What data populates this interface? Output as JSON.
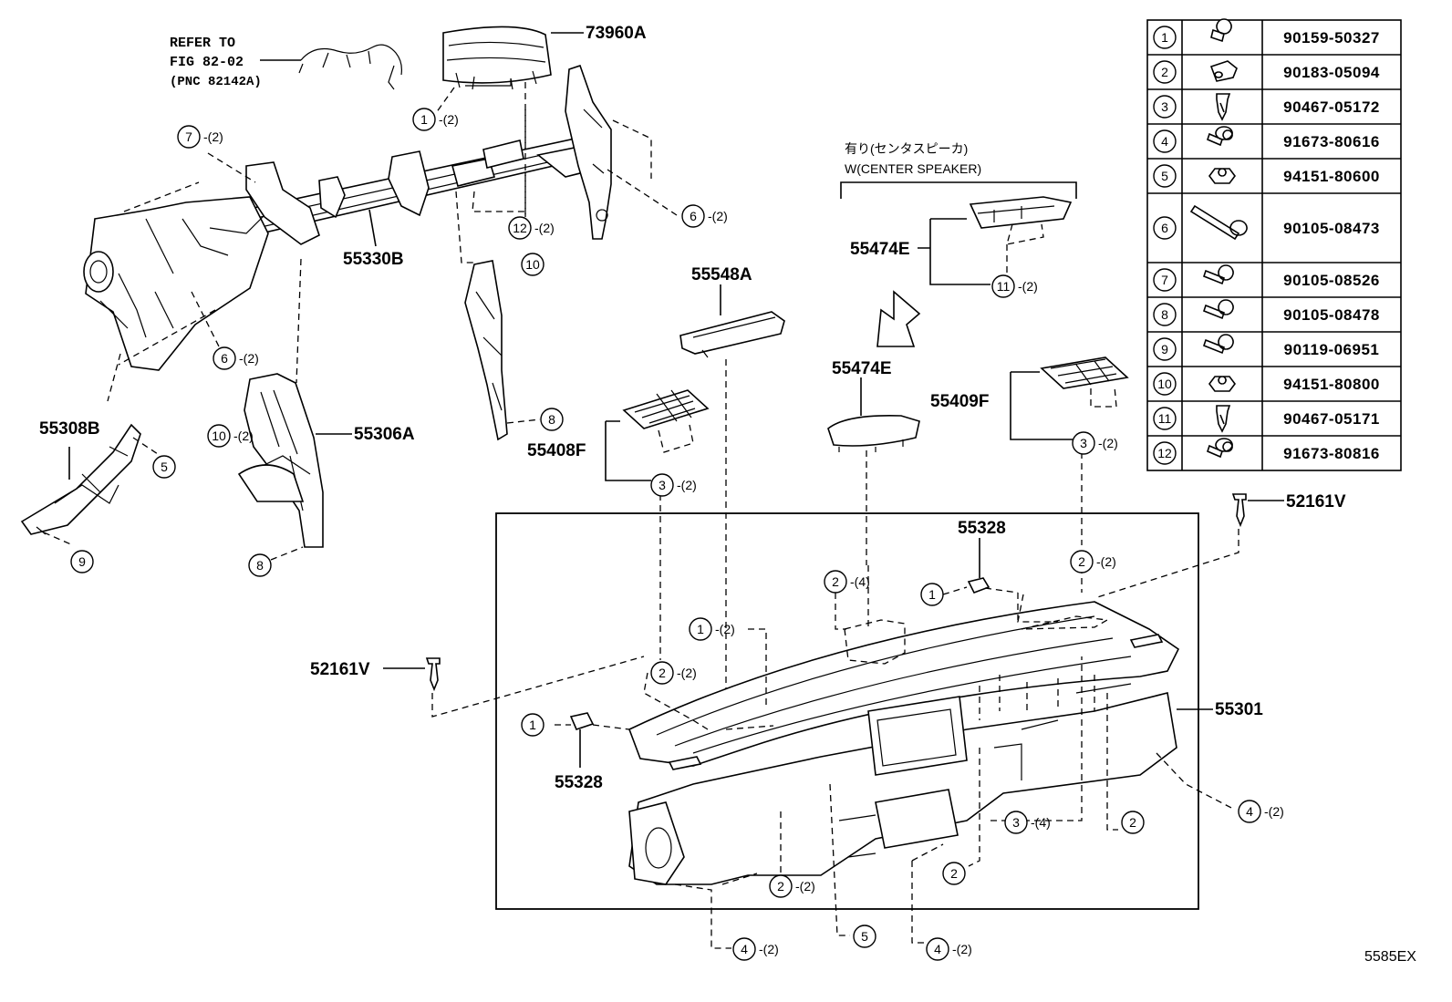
{
  "diagram_id": "5585EX",
  "reference": {
    "line1": "REFER TO",
    "line2": "FIG 82-02",
    "line3": "(PNC 82142A)"
  },
  "variant": {
    "jp": "有り(センタスピーカ)",
    "en": "W(CENTER SPEAKER)"
  },
  "part_labels": {
    "p73960A": "73960A",
    "p55330B": "55330B",
    "p55548A": "55548A",
    "p55474E_top": "55474E",
    "p55474E_bottom": "55474E",
    "p55409F": "55409F",
    "p55408F": "55408F",
    "p55308B": "55308B",
    "p55306A": "55306A",
    "p55328_top": "55328",
    "p55328_bottom": "55328",
    "p52161V_right": "52161V",
    "p52161V_left": "52161V",
    "p55301": "55301"
  },
  "callouts": {
    "c1_airbag": {
      "num": "1",
      "qty": "-(2)"
    },
    "c7": {
      "num": "7",
      "qty": "-(2)"
    },
    "c6_right": {
      "num": "6",
      "qty": "-(2)"
    },
    "c12": {
      "num": "12",
      "qty": "-(2)"
    },
    "c10_upper": {
      "num": "10",
      "qty": ""
    },
    "c6_left": {
      "num": "6",
      "qty": "-(2)"
    },
    "c11": {
      "num": "11",
      "qty": "-(2)"
    },
    "c10_lower": {
      "num": "10",
      "qty": "-(2)"
    },
    "c5_left": {
      "num": "5",
      "qty": ""
    },
    "c8_upper": {
      "num": "8",
      "qty": ""
    },
    "c3_left": {
      "num": "3",
      "qty": "-(2)"
    },
    "c3_right": {
      "num": "3",
      "qty": "-(2)"
    },
    "c9": {
      "num": "9",
      "qty": ""
    },
    "c8_lower": {
      "num": "8",
      "qty": ""
    },
    "c2_top_right": {
      "num": "2",
      "qty": "-(2)"
    },
    "c2_four": {
      "num": "2",
      "qty": "-(4)"
    },
    "c1_panel_top": {
      "num": "1",
      "qty": ""
    },
    "c1_panel_mid": {
      "num": "1",
      "qty": "-(2)"
    },
    "c2_left": {
      "num": "2",
      "qty": "-(2)"
    },
    "c1_panel_left": {
      "num": "1",
      "qty": ""
    },
    "c4_right": {
      "num": "4",
      "qty": "-(2)"
    },
    "c3_bottom": {
      "num": "3",
      "qty": "-(4)"
    },
    "c2_bottom_right": {
      "num": "2",
      "qty": ""
    },
    "c2_bottom_mid": {
      "num": "2",
      "qty": ""
    },
    "c2_bottom_left": {
      "num": "2",
      "qty": "-(2)"
    },
    "c4_bottom_left": {
      "num": "4",
      "qty": "-(2)"
    },
    "c5_bottom": {
      "num": "5",
      "qty": ""
    },
    "c4_bottom_right": {
      "num": "4",
      "qty": "-(2)"
    }
  },
  "fastener_table": [
    {
      "num": "1",
      "icon": "bolt-flange-short-icon",
      "part_no": "90159-50327"
    },
    {
      "num": "2",
      "icon": "clip-nut-icon",
      "part_no": "90183-05094"
    },
    {
      "num": "3",
      "icon": "push-clip-icon",
      "part_no": "90467-05172"
    },
    {
      "num": "4",
      "icon": "bolt-washer-icon",
      "part_no": "91673-80616"
    },
    {
      "num": "5",
      "icon": "hex-nut-icon",
      "part_no": "94151-80600"
    },
    {
      "num": "6",
      "icon": "long-bolt-icon",
      "part_no": "90105-08473"
    },
    {
      "num": "7",
      "icon": "bolt-flange-icon",
      "part_no": "90105-08526"
    },
    {
      "num": "8",
      "icon": "bolt-flange-icon",
      "part_no": "90105-08478"
    },
    {
      "num": "9",
      "icon": "bolt-flange-icon",
      "part_no": "90119-06951"
    },
    {
      "num": "10",
      "icon": "hex-nut-icon",
      "part_no": "94151-80800"
    },
    {
      "num": "11",
      "icon": "push-clip-icon",
      "part_no": "90467-05171"
    },
    {
      "num": "12",
      "icon": "bolt-washer-icon",
      "part_no": "91673-80816"
    }
  ]
}
